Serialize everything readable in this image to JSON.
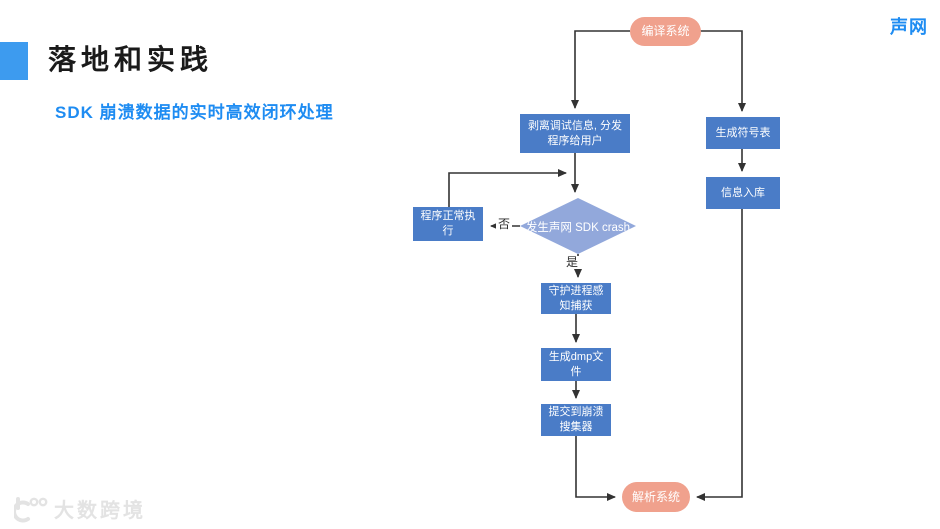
{
  "slide": {
    "title": "落地和实践",
    "subtitle": "SDK 崩溃数据的实时高效闭环处理",
    "brand": "声网",
    "watermark": "大数跨境"
  },
  "flowchart": {
    "nodes": {
      "compile_system": "编译系统",
      "strip_debug": "剥离调试信息, 分发程序给用户",
      "gen_symbol_table": "生成符号表",
      "info_to_db": "信息入库",
      "program_normal": "程序正常执行",
      "crash_decision": "发生声网 SDK crash",
      "daemon_capture": "守护进程感知捕获",
      "gen_dmp": "生成dmp文件",
      "submit_collector": "提交到崩溃搜集器",
      "parse_system": "解析系统"
    },
    "edge_labels": {
      "no": "否",
      "yes": "是"
    },
    "edges": [
      "编译系统 -> 剥离调试信息, 分发程序给用户",
      "编译系统 -> 生成符号表",
      "生成符号表 -> 信息入库",
      "剥离调试信息, 分发程序给用户 -> 发生声网 SDK crash",
      "发生声网 SDK crash -否-> 程序正常执行",
      "程序正常执行 -> 发生声网 SDK crash",
      "发生声网 SDK crash -是-> 守护进程感知捕获",
      "守护进程感知捕获 -> 生成dmp文件",
      "生成dmp文件 -> 提交到崩溃搜集器",
      "提交到崩溃搜集器 -> 解析系统",
      "信息入库 -> 解析系统"
    ]
  },
  "colors": {
    "accent_blue": "#1e8cf2",
    "title_square": "#3d9bef",
    "process_box": "#4a7cc7",
    "decision_diamond": "#92a8db",
    "terminator_pill": "#f0a18d",
    "connector": "#333333",
    "watermark_gray": "#e3e3e3"
  }
}
